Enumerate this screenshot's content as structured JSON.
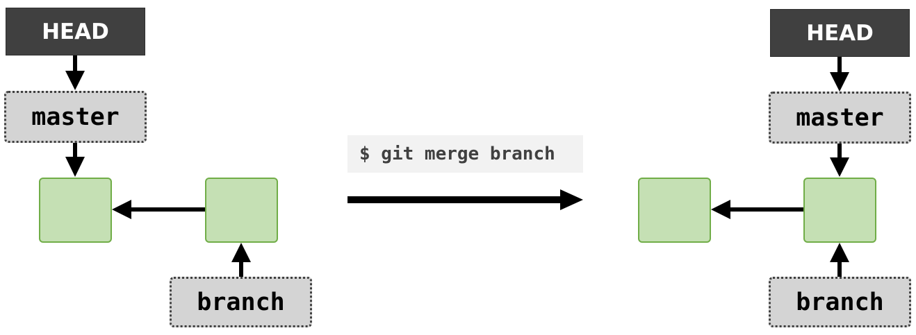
{
  "before": {
    "head_label": "HEAD",
    "master_label": "master",
    "branch_label": "branch"
  },
  "after": {
    "head_label": "HEAD",
    "master_label": "master",
    "branch_label": "branch"
  },
  "command": "$ git merge branch",
  "colors": {
    "head_fill": "#404040",
    "ref_fill": "#d4d4d4",
    "commit_fill": "#c5e0b4",
    "commit_border": "#70ad47",
    "command_bg": "#f2f2f2",
    "arrow": "#000000"
  }
}
